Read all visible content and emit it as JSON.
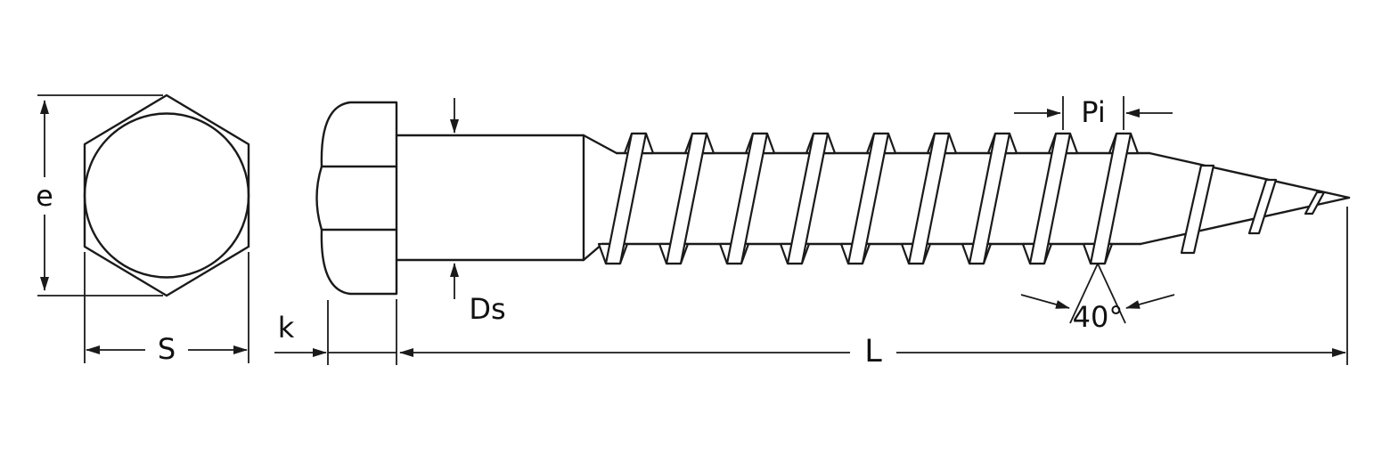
{
  "diagram": {
    "type": "technical-drawing",
    "subject": "hex head lag screw (coach screw) with dimension callouts",
    "views": {
      "front_view": "hexagonal head with inscribed circle",
      "side_view": "screw profile: hex head, plain shank, wood-screw thread, conical point"
    },
    "labels": {
      "e": "e",
      "s": "S",
      "k": "k",
      "ds": "Ds",
      "pi": "Pi",
      "angle": "40°",
      "l": "L"
    },
    "colors": {
      "line": "#1a1a1a",
      "background": "#ffffff"
    }
  }
}
